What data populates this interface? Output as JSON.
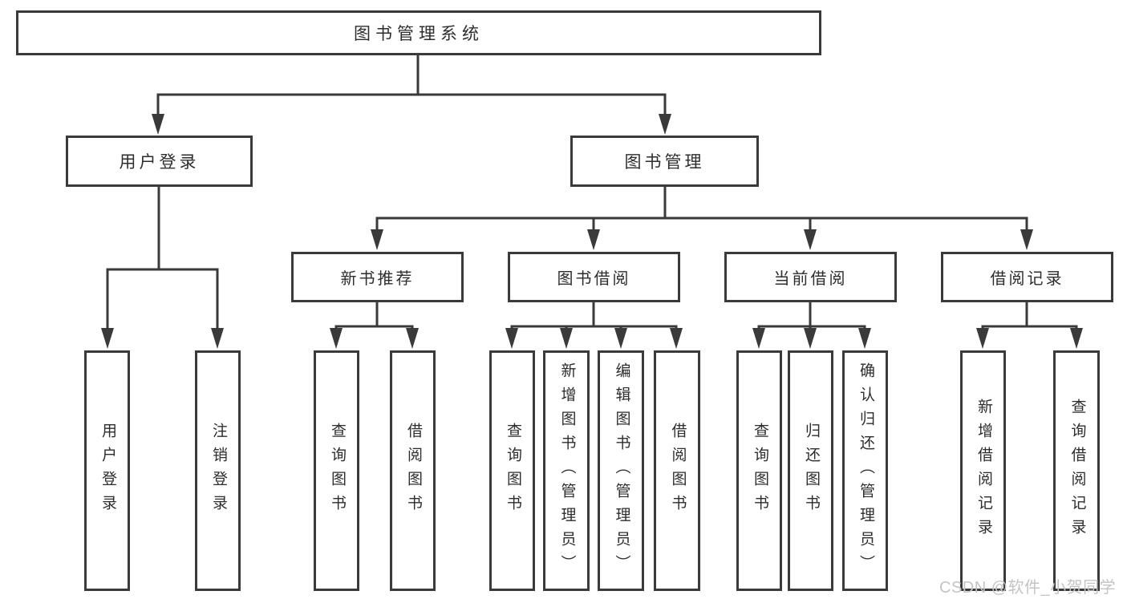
{
  "tree": {
    "root": "图书管理系统",
    "children": [
      {
        "label": "用户登录",
        "children": [
          "用户登录",
          "注销登录"
        ]
      },
      {
        "label": "图书管理",
        "children": [
          {
            "label": "新书推荐",
            "children": [
              "查询图书",
              "借阅图书"
            ]
          },
          {
            "label": "图书借阅",
            "children": [
              "查询图书",
              "新增图书（管理员）",
              "编辑图书（管理员）",
              "借阅图书"
            ]
          },
          {
            "label": "当前借阅",
            "children": [
              "查询图书",
              "归还图书",
              "确认归还（管理员）"
            ]
          },
          {
            "label": "借阅记录",
            "children": [
              "新增借阅记录",
              "查询借阅记录"
            ]
          }
        ]
      }
    ]
  },
  "watermark": {
    "text": "CSDN @软件_小贺同学"
  },
  "colors": {
    "line": "#3a3a3a",
    "text": "#2d2d2d",
    "background": "#ffffff",
    "watermark": "#c6c3c3"
  }
}
